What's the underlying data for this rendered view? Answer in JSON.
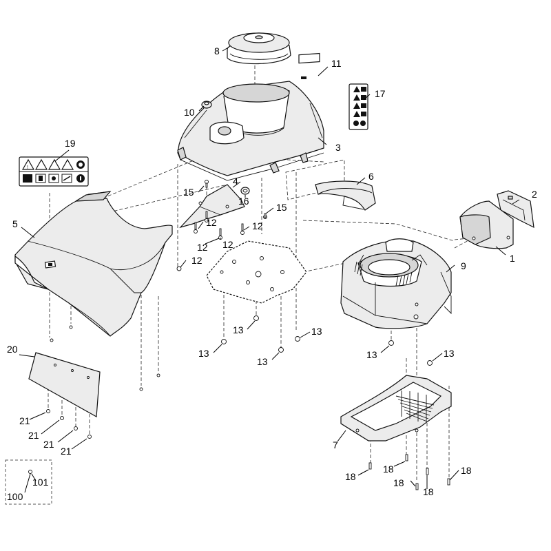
{
  "callouts": [
    {
      "id": "c1",
      "label": "1"
    },
    {
      "id": "c2",
      "label": "2"
    },
    {
      "id": "c3",
      "label": "3"
    },
    {
      "id": "c4",
      "label": "4"
    },
    {
      "id": "c5",
      "label": "5"
    },
    {
      "id": "c6",
      "label": "6"
    },
    {
      "id": "c7",
      "label": "7"
    },
    {
      "id": "c8",
      "label": "8"
    },
    {
      "id": "c9",
      "label": "9"
    },
    {
      "id": "c10",
      "label": "10"
    },
    {
      "id": "c11",
      "label": "11"
    },
    {
      "id": "c12a",
      "label": "12"
    },
    {
      "id": "c12b",
      "label": "12"
    },
    {
      "id": "c12c",
      "label": "12"
    },
    {
      "id": "c12d",
      "label": "12"
    },
    {
      "id": "c12e",
      "label": "12"
    },
    {
      "id": "c13a",
      "label": "13"
    },
    {
      "id": "c13b",
      "label": "13"
    },
    {
      "id": "c13c",
      "label": "13"
    },
    {
      "id": "c13d",
      "label": "13"
    },
    {
      "id": "c13e",
      "label": "13"
    },
    {
      "id": "c13f",
      "label": "13"
    },
    {
      "id": "c15a",
      "label": "15"
    },
    {
      "id": "c15b",
      "label": "15"
    },
    {
      "id": "c16",
      "label": "16"
    },
    {
      "id": "c17",
      "label": "17"
    },
    {
      "id": "c18a",
      "label": "18"
    },
    {
      "id": "c18b",
      "label": "18"
    },
    {
      "id": "c18c",
      "label": "18"
    },
    {
      "id": "c18d",
      "label": "18"
    },
    {
      "id": "c18e",
      "label": "18"
    },
    {
      "id": "c19",
      "label": "19"
    },
    {
      "id": "c20",
      "label": "20"
    },
    {
      "id": "c21a",
      "label": "21"
    },
    {
      "id": "c21b",
      "label": "21"
    },
    {
      "id": "c21c",
      "label": "21"
    },
    {
      "id": "c21d",
      "label": "21"
    },
    {
      "id": "c100",
      "label": "100"
    },
    {
      "id": "c101",
      "label": "101"
    }
  ],
  "warning_icons": {
    "sticker_19_top": [
      "warning-triangle-icon",
      "warning-triangle-icon",
      "warning-triangle-icon",
      "warning-triangle-icon",
      "no-entry-icon"
    ],
    "sticker_19_bottom": [
      "manual-book-icon",
      "hearing-protection-icon",
      "warning-icon",
      "rotating-blade-icon",
      "info-icon"
    ]
  },
  "colors": {
    "line": "#111111",
    "part_fill": "#ececec",
    "background": "#ffffff"
  }
}
